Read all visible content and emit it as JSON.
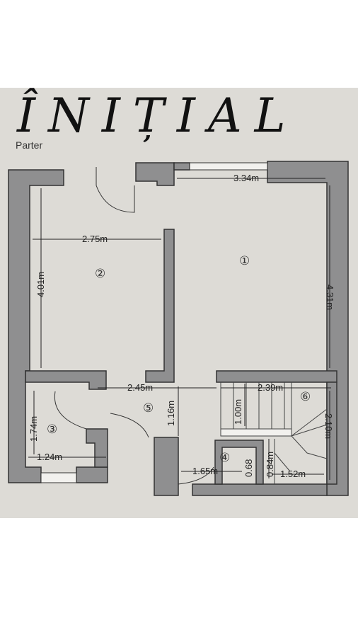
{
  "title": "ÎNIȚIAL",
  "subtitle": "Parter",
  "rooms": [
    {
      "id": "1",
      "label": "①"
    },
    {
      "id": "2",
      "label": "②"
    },
    {
      "id": "3",
      "label": "③"
    },
    {
      "id": "4",
      "label": "④"
    },
    {
      "id": "5",
      "label": "⑤"
    },
    {
      "id": "6",
      "label": "⑥"
    }
  ],
  "dimensions": {
    "d_334": "3.34m",
    "d_275": "2.75m",
    "d_401": "4.01m",
    "d_431": "4.31m",
    "d_245": "2.45m",
    "d_239": "2.39m",
    "d_116": "1.16m",
    "d_100": "1.00m",
    "d_174": "1.74m",
    "d_124": "1.24m",
    "d_165": "1.65m",
    "d_068": "0.68",
    "d_084": "0.84m",
    "d_152": "1.52m",
    "d_210": "2.10m"
  },
  "colors": {
    "background": "#dddbd6",
    "wall": "#8f8f90",
    "line": "#222222"
  }
}
